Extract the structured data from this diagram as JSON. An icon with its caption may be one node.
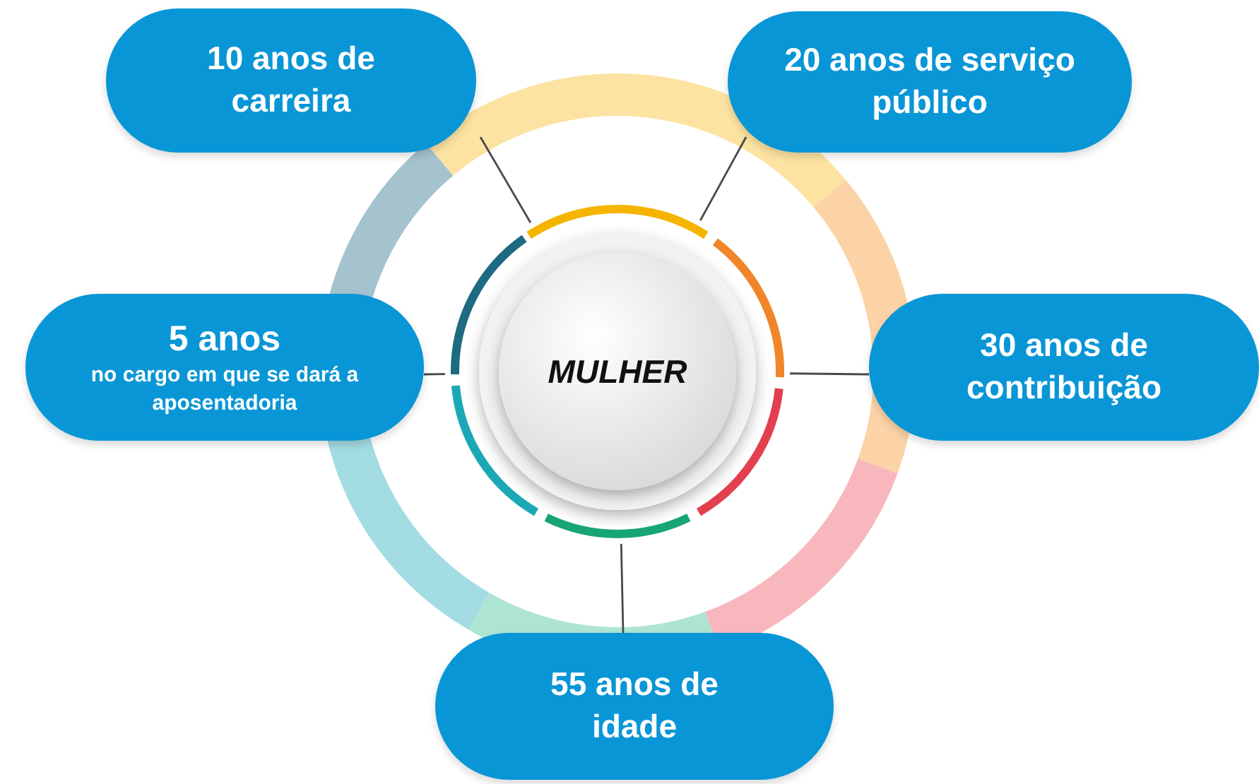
{
  "diagram": {
    "nodes": [
      {
        "text": [
          "10 anos de carreira"
        ]
      },
      {
        "text": [
          "20 anos de serviço público"
        ]
      },
      {
        "text": [
          "5 anos",
          "no cargo em que se dará a aposentadoria"
        ]
      },
      {
        "text": [
          "MULHER"
        ]
      },
      {
        "text": [
          "30 anos de contribuição"
        ]
      },
      {
        "text": [
          "55 anos de idade"
        ]
      }
    ],
    "edges": [
      {
        "from": 0,
        "to": 3,
        "arrow": "none"
      },
      {
        "from": 1,
        "to": 3,
        "arrow": "none"
      },
      {
        "from": 2,
        "to": 3,
        "arrow": "none"
      },
      {
        "from": 4,
        "to": 3,
        "arrow": "none"
      },
      {
        "from": 5,
        "to": 3,
        "arrow": "none"
      }
    ]
  }
}
